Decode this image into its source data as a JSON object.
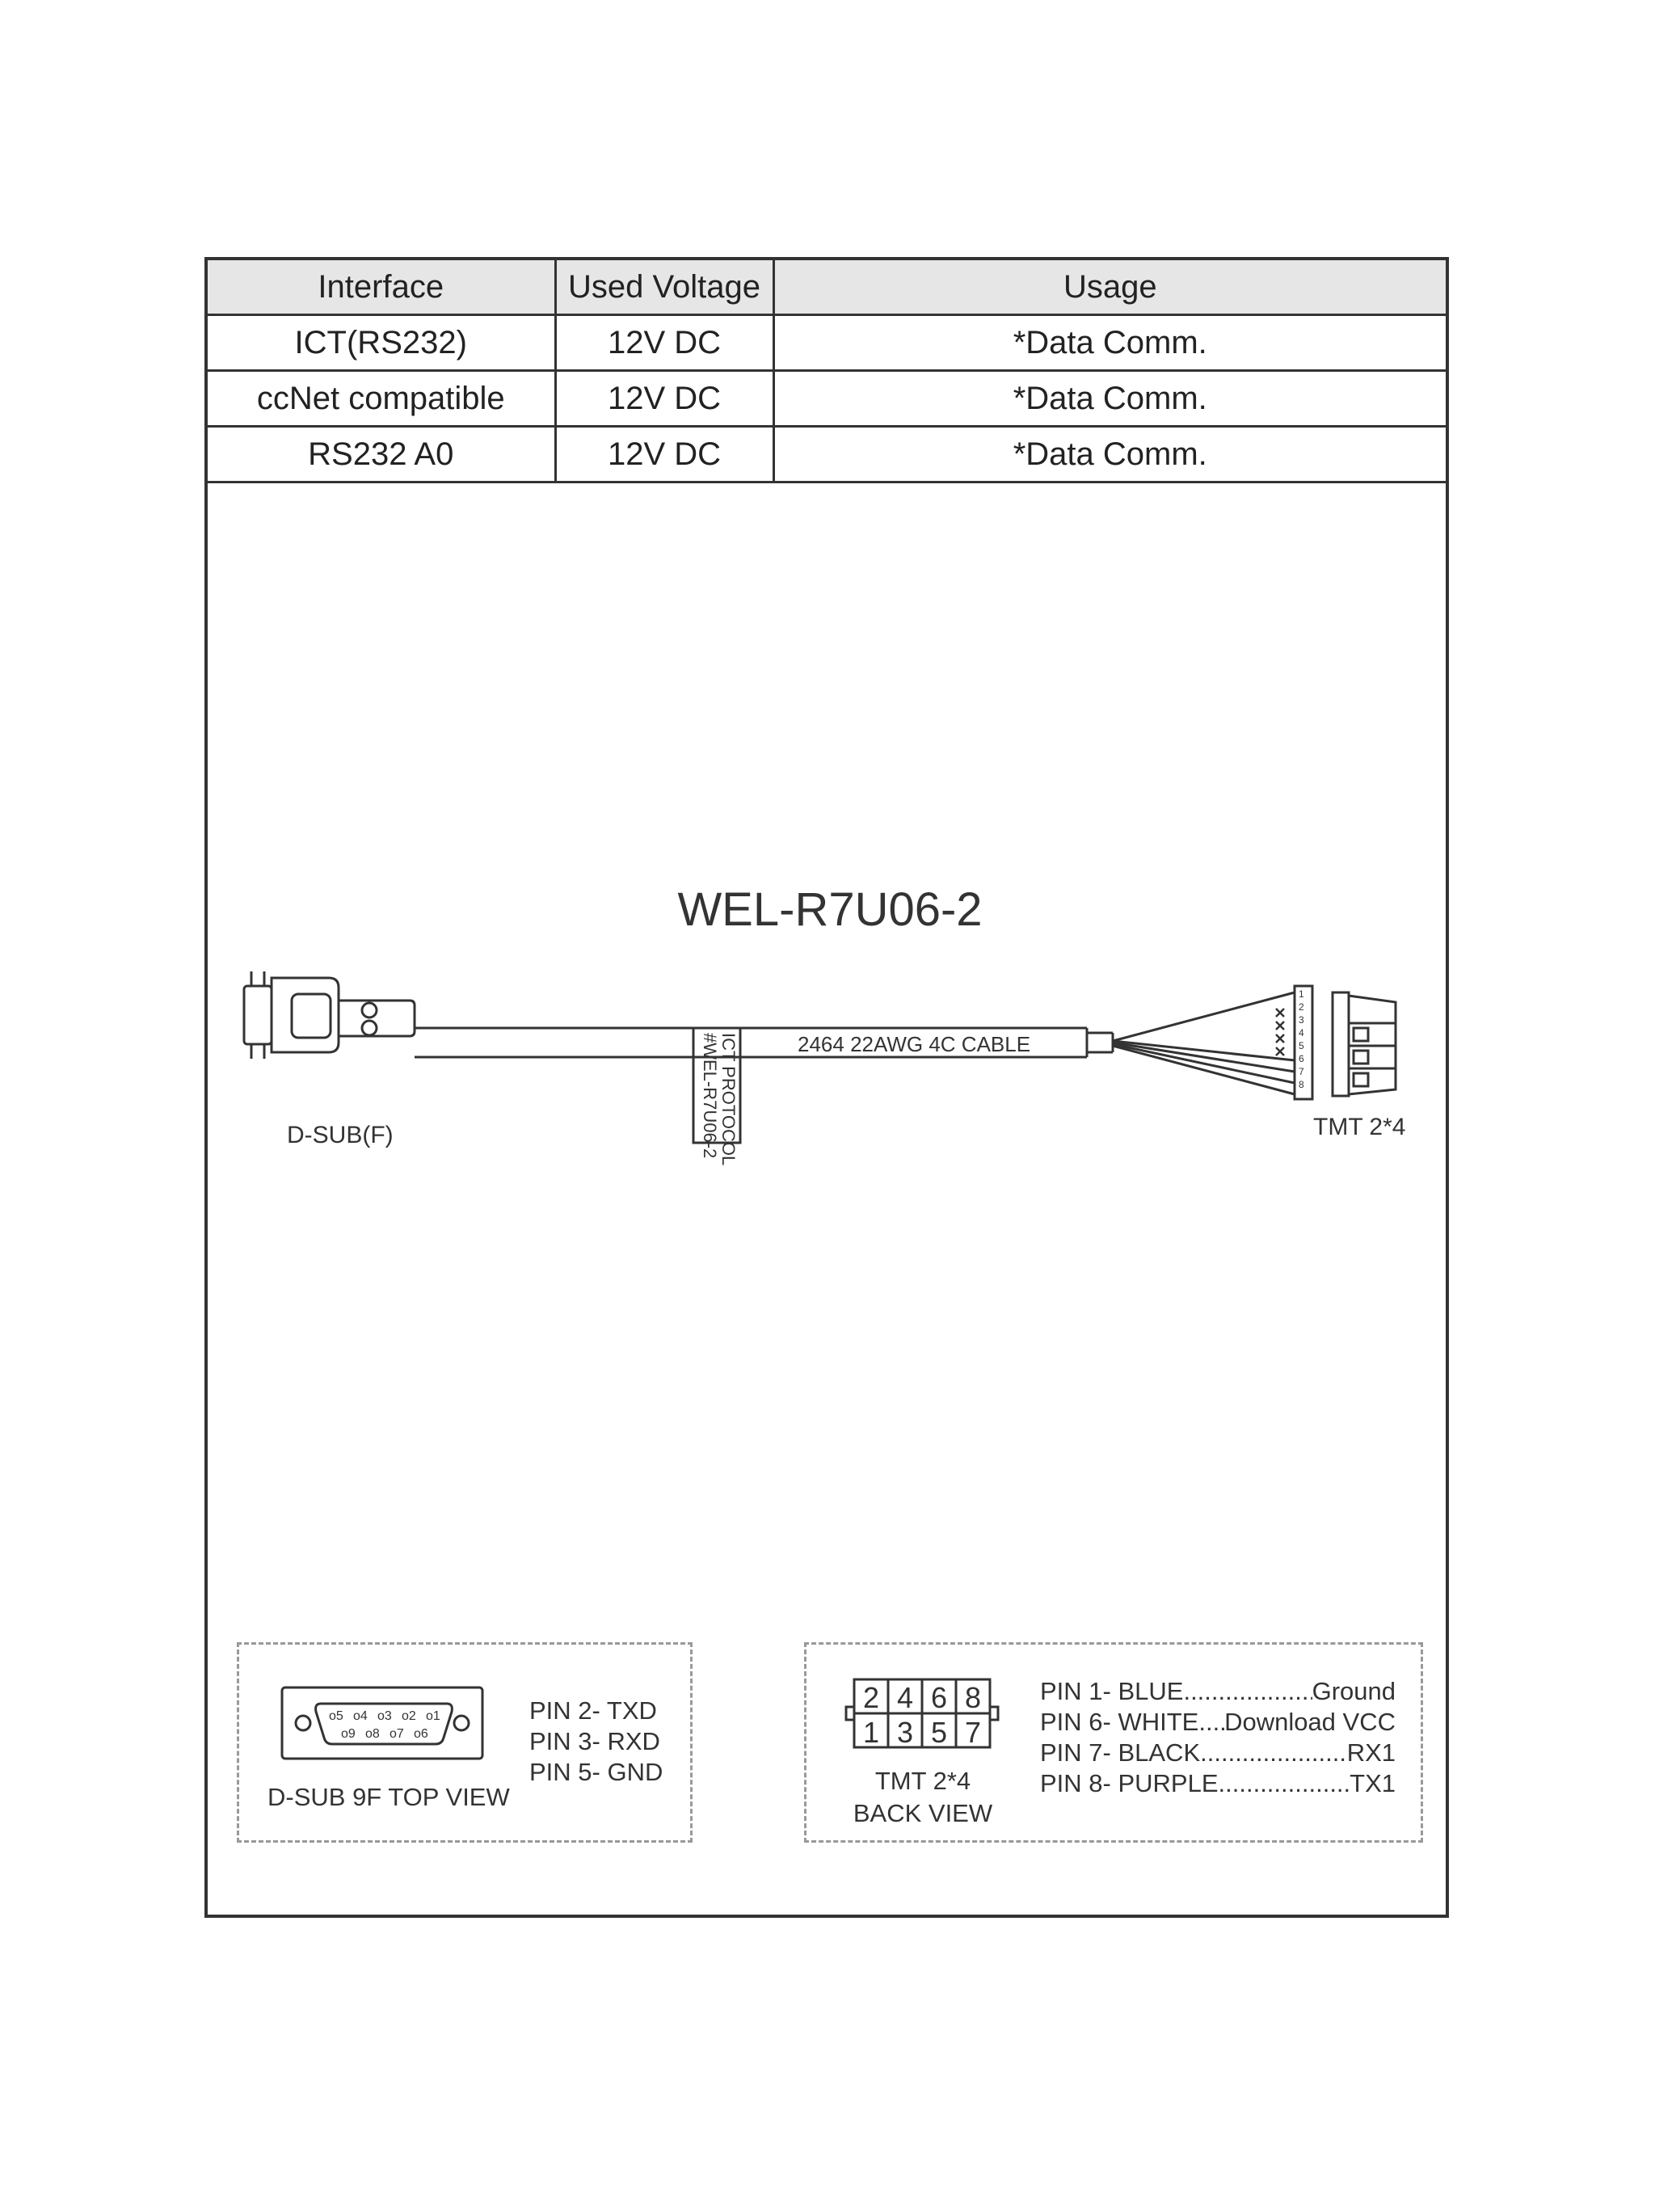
{
  "table": {
    "headers": [
      "Interface",
      "Used Voltage",
      "Usage"
    ],
    "rows": [
      [
        "ICT(RS232)",
        "12V DC",
        "*Data Comm."
      ],
      [
        "ccNet compatible",
        "12V DC",
        "*Data Comm."
      ],
      [
        "RS232 A0",
        "12V DC",
        "*Data Comm."
      ]
    ]
  },
  "diagram": {
    "title": "WEL-R7U06-2",
    "left_connector_label": "D-SUB(F)",
    "right_connector_label": "TMT 2*4",
    "cable_label": "2464  22AWG  4C CABLE",
    "tag_line1": "ICT PROTOCOL",
    "tag_line2": "#WEL-R7U06-2",
    "connector_pin_numbers": [
      "1",
      "2",
      "3",
      "4",
      "5",
      "6",
      "7",
      "8"
    ]
  },
  "dsub_view": {
    "label": "D-SUB 9F TOP VIEW",
    "top_row_pins": [
      "o5",
      "o4",
      "o3",
      "o2",
      "o1"
    ],
    "bottom_row_pins": [
      "o9",
      "o8",
      "o7",
      "o6"
    ],
    "pins": [
      "PIN 2- TXD",
      "PIN 3- RXD",
      "PIN 5- GND"
    ]
  },
  "tmt_view": {
    "label_line1": "TMT 2*4",
    "label_line2": "BACK VIEW",
    "top_row": [
      "2",
      "4",
      "6",
      "8"
    ],
    "bottom_row": [
      "1",
      "3",
      "5",
      "7"
    ],
    "wiring": [
      {
        "pin": "PIN 1- BLUE",
        "signal": "Ground"
      },
      {
        "pin": "PIN 6- WHITE",
        "signal": "Download VCC"
      },
      {
        "pin": "PIN 7- BLACK",
        "signal": "RX1"
      },
      {
        "pin": "PIN 8- PURPLE",
        "signal": "TX1"
      }
    ]
  },
  "colors": {
    "line": "#333333",
    "header_fill": "#e6e6e6",
    "dash": "#999999"
  }
}
